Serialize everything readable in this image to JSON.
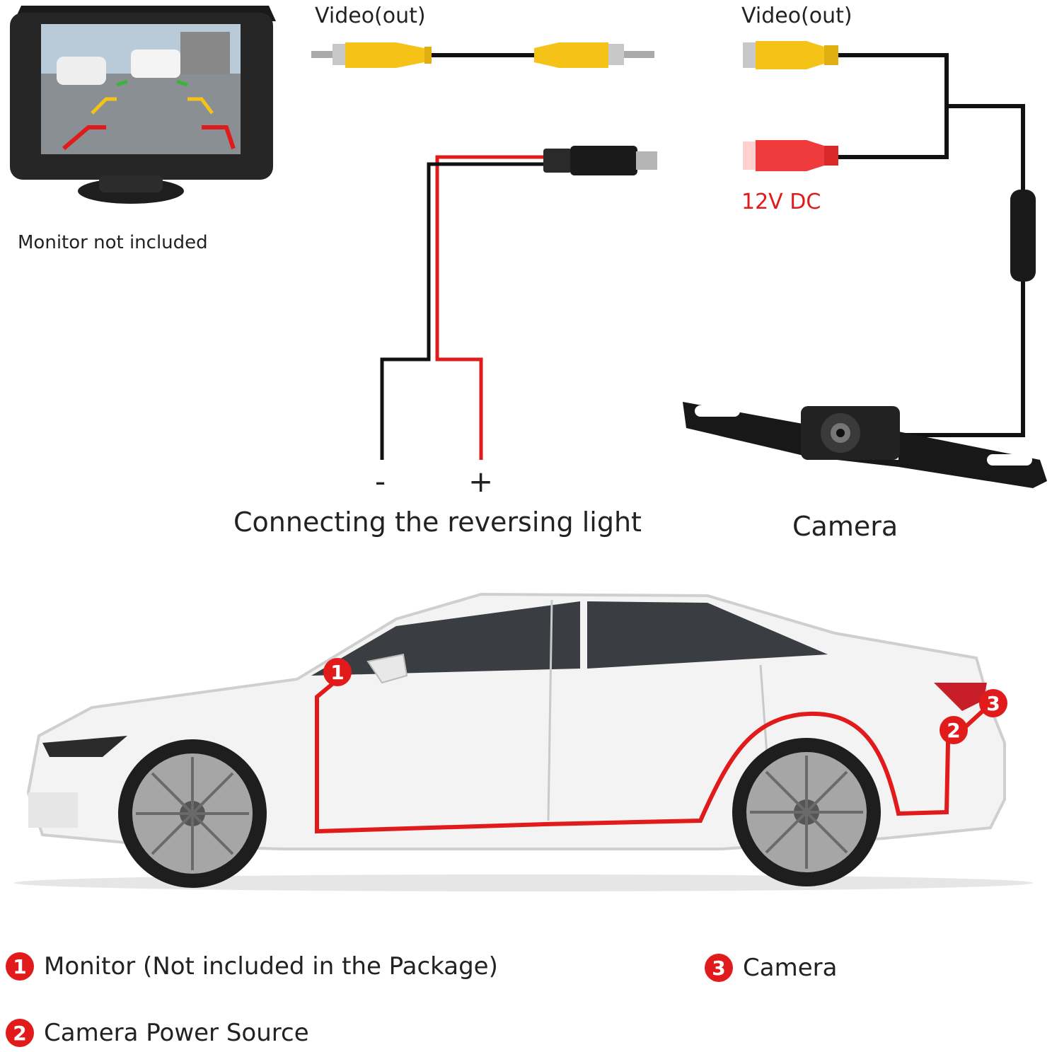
{
  "wiring": {
    "monitor_video_label": "Video(out)",
    "camera_video_label": "Video(out)",
    "power_label": "12V DC",
    "monitor_caption": "Monitor not included",
    "minus_sign": "-",
    "plus_sign": "+",
    "reversing_light_caption": "Connecting the reversing light",
    "camera_caption": "Camera"
  },
  "car_markers": [
    "1",
    "2",
    "3"
  ],
  "legend": [
    {
      "number": "1",
      "text": "Monitor (Not included in the Package)"
    },
    {
      "number": "2",
      "text": "Camera Power Source"
    },
    {
      "number": "3",
      "text": "Camera"
    }
  ],
  "colors": {
    "wire_red": "#e11b1b",
    "wire_black": "#111111",
    "rca_yellow": "#f5c218",
    "dc_red": "#ef3b3b"
  }
}
